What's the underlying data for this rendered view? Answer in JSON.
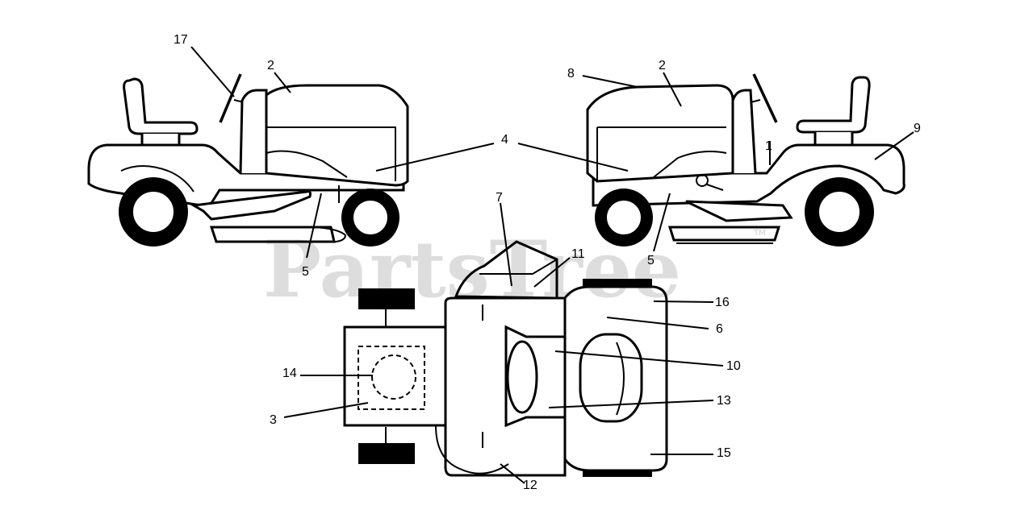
{
  "watermark": {
    "text": "PartsTree",
    "tm": "TM"
  },
  "callouts": [
    {
      "id": "17a",
      "label": "17"
    },
    {
      "id": "2a",
      "label": "2"
    },
    {
      "id": "4",
      "label": "4"
    },
    {
      "id": "5a",
      "label": "5"
    },
    {
      "id": "8",
      "label": "8"
    },
    {
      "id": "2b",
      "label": "2"
    },
    {
      "id": "1",
      "label": "1"
    },
    {
      "id": "9",
      "label": "9"
    },
    {
      "id": "5b",
      "label": "5"
    },
    {
      "id": "7",
      "label": "7"
    },
    {
      "id": "11",
      "label": "11"
    },
    {
      "id": "16",
      "label": "16"
    },
    {
      "id": "6",
      "label": "6"
    },
    {
      "id": "10",
      "label": "10"
    },
    {
      "id": "14",
      "label": "14"
    },
    {
      "id": "13",
      "label": "13"
    },
    {
      "id": "3",
      "label": "3"
    },
    {
      "id": "15",
      "label": "15"
    },
    {
      "id": "12",
      "label": "12"
    }
  ]
}
